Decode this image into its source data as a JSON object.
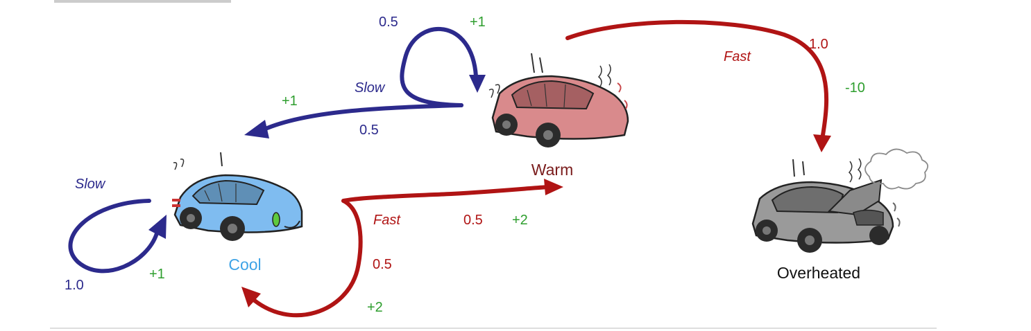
{
  "colors": {
    "slow": "#2c2a8c",
    "fast": "#b01414",
    "reward": "#2e9e2e",
    "cool": "#3ea3e6",
    "warm": "#7a1c1c",
    "overheated": "#111111",
    "car_cool": "#7fbcf0",
    "car_warm": "#d98a8c",
    "car_overheated": "#9a9a9a"
  },
  "states": {
    "cool": {
      "label": "Cool",
      "icon": "cool-car-icon"
    },
    "warm": {
      "label": "Warm",
      "icon": "warm-car-icon"
    },
    "overheated": {
      "label": "Overheated",
      "icon": "overheated-car-icon"
    }
  },
  "transitions": {
    "cool_slow_self": {
      "action": "Slow",
      "prob": "1.0",
      "reward": "+1"
    },
    "cool_fast_self": {
      "action": "Fast",
      "prob": "0.5",
      "reward": "+2"
    },
    "cool_fast_warm": {
      "prob": "0.5",
      "reward": "+2"
    },
    "warm_slow_self": {
      "prob": "0.5",
      "reward": "+1"
    },
    "warm_slow_cool": {
      "action": "Slow",
      "prob": "0.5",
      "reward": "+1"
    },
    "warm_fast_overheated": {
      "action": "Fast",
      "prob": "1.0",
      "reward": "-10"
    }
  }
}
